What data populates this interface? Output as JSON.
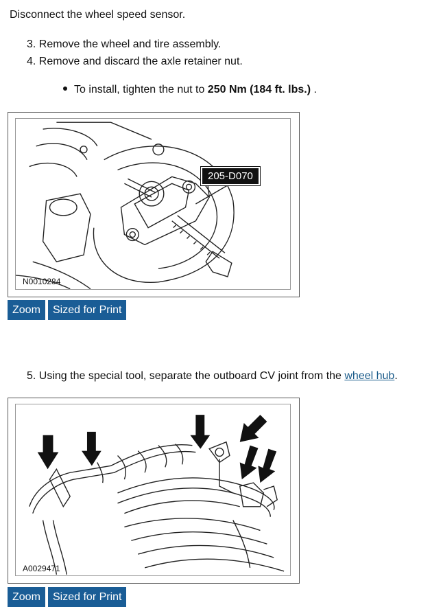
{
  "intro": "Disconnect the wheel speed sensor.",
  "steps": {
    "s3": "3. Remove the wheel and tire assembly.",
    "s4": "4. Remove and discard the axle retainer nut.",
    "s5_prefix": "5. Using the special tool, separate the outboard CV joint from the ",
    "s5_link": "wheel hub",
    "s5_suffix": "."
  },
  "bullet": {
    "prefix": "To install, tighten the nut to ",
    "bold": "250 Nm (184 ft. lbs.)",
    "suffix": " ."
  },
  "figure1": {
    "code": "N0010284",
    "tool_label": "205-D070"
  },
  "figure2": {
    "code": "A0029471"
  },
  "buttons": {
    "zoom": "Zoom",
    "print": "Sized for Print"
  }
}
